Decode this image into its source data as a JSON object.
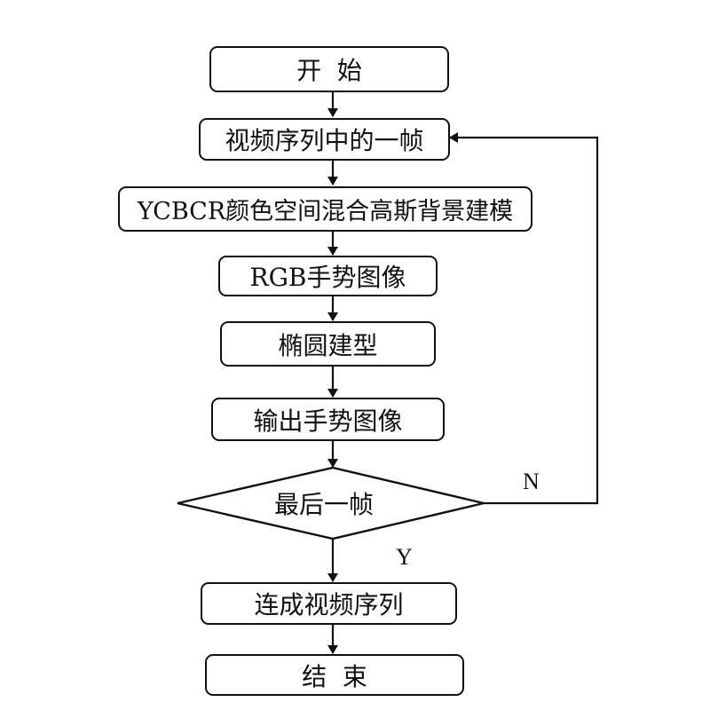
{
  "flowchart": {
    "nodes": [
      {
        "id": "start",
        "type": "terminal",
        "label": "开  始"
      },
      {
        "id": "frame",
        "type": "process",
        "label": "视频序列中的一帧"
      },
      {
        "id": "gmm",
        "type": "process",
        "label": "YCBCR颜色空间混合高斯背景建模"
      },
      {
        "id": "rgb",
        "type": "process",
        "label": "RGB手势图像"
      },
      {
        "id": "ellipse",
        "type": "process",
        "label": "椭圆建型"
      },
      {
        "id": "output",
        "type": "process",
        "label": "输出手势图像"
      },
      {
        "id": "decision",
        "type": "decision",
        "label": "最后一帧"
      },
      {
        "id": "concat",
        "type": "process",
        "label": "连成视频序列"
      },
      {
        "id": "end",
        "type": "terminal",
        "label": "结  束"
      }
    ],
    "edges": [
      {
        "from": "start",
        "to": "frame",
        "label": ""
      },
      {
        "from": "frame",
        "to": "gmm",
        "label": ""
      },
      {
        "from": "gmm",
        "to": "rgb",
        "label": ""
      },
      {
        "from": "rgb",
        "to": "ellipse",
        "label": ""
      },
      {
        "from": "ellipse",
        "to": "output",
        "label": ""
      },
      {
        "from": "output",
        "to": "decision",
        "label": ""
      },
      {
        "from": "decision",
        "to": "concat",
        "label": "Y"
      },
      {
        "from": "decision",
        "to": "frame",
        "label": "N"
      },
      {
        "from": "concat",
        "to": "end",
        "label": ""
      }
    ],
    "labels": {
      "yes": "Y",
      "no": "N"
    }
  }
}
